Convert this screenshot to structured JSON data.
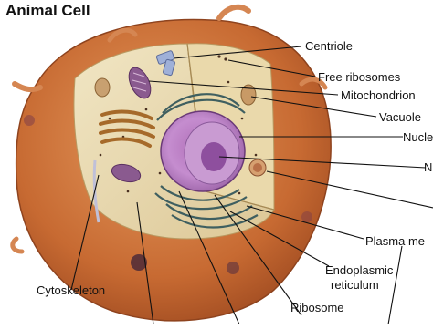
{
  "title": "Animal Cell",
  "labels": {
    "centriole": "Centriole",
    "free_ribosomes": "Free ribosomes",
    "mitochondrion": "Mitochondrion",
    "vacuole": "Vacuole",
    "nucleus_truncated": "Nucle",
    "nucleolus_truncated": "N",
    "plasma_membrane_truncated": "Plasma me",
    "endoplasmic_reticulum_line1": "Endoplasmic",
    "endoplasmic_reticulum_line2": "reticulum",
    "ribosome": "Ribosome",
    "cytoskeleton": "Cytoskeleton"
  },
  "colors": {
    "cell_outer": "#c9703a",
    "cell_body": "#b45a2a",
    "cytoplasm": "#e9d9b0",
    "nucleus": "#b77fc0",
    "nucleolus": "#8e4f9e",
    "er": "#3f5f60",
    "mitochondrion": "#8a5a8f",
    "golgi": "#d49a4a",
    "leader_line": "#111111"
  }
}
